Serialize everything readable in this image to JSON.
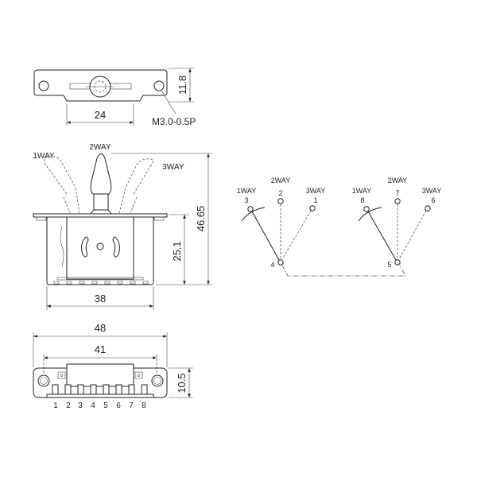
{
  "top_view": {
    "width_dim": "24",
    "height_dim": "11.8",
    "thread_label": "M3.0-0.5P"
  },
  "side_view": {
    "lever_labels": [
      "1WAY",
      "2WAY",
      "3WAY"
    ],
    "total_height_dim": "46.65",
    "body_height_dim": "25.1",
    "body_width_dim": "38"
  },
  "schematic": {
    "left": {
      "labels": [
        "1WAY",
        "2WAY",
        "3WAY"
      ],
      "pins": [
        "3",
        "2",
        "1"
      ],
      "common": "4"
    },
    "right": {
      "labels": [
        "1WAY",
        "2WAY",
        "3WAY"
      ],
      "pins": [
        "8",
        "7",
        "6"
      ],
      "common": "5"
    }
  },
  "bottom_view": {
    "overall_dim": "48",
    "hole_dim": "41",
    "height_dim": "10.5",
    "pin_numbers": [
      "1",
      "2",
      "3",
      "4",
      "5",
      "6",
      "7",
      "8"
    ]
  }
}
